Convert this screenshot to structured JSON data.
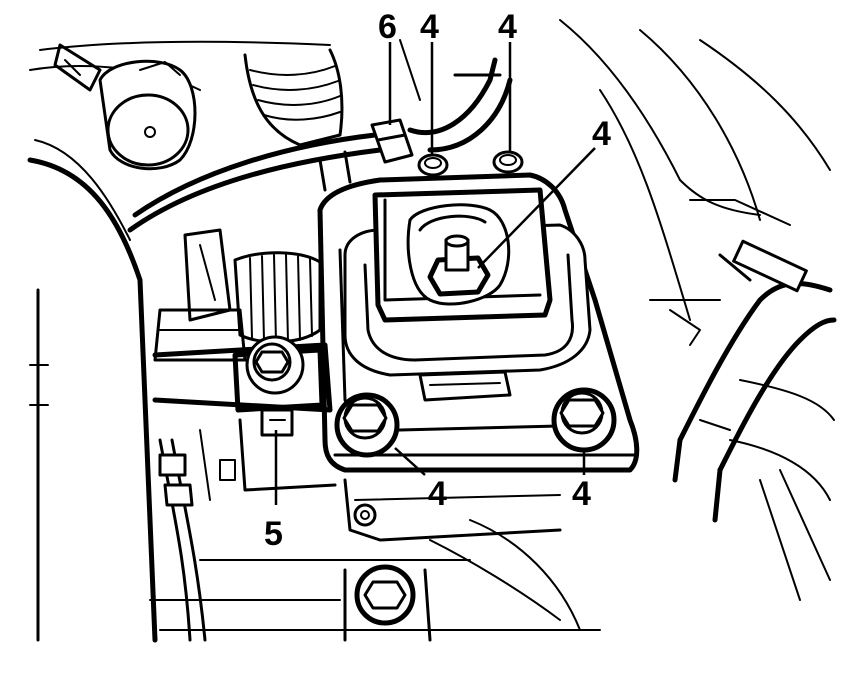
{
  "callouts": {
    "c6": {
      "label": "6"
    },
    "c4a": {
      "label": "4"
    },
    "c4b": {
      "label": "4"
    },
    "c4c": {
      "label": "4"
    },
    "c4d": {
      "label": "4"
    },
    "c4e": {
      "label": "4"
    },
    "c5": {
      "label": "5"
    }
  },
  "colors": {
    "ink": "#000000",
    "paper": "#ffffff"
  }
}
